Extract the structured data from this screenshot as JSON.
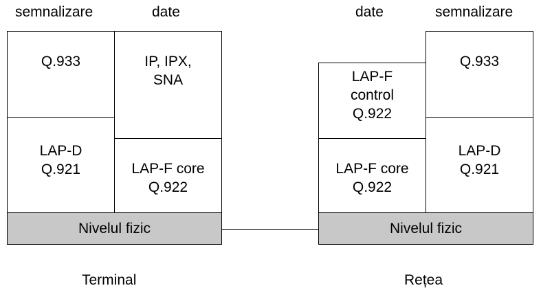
{
  "terminal": {
    "header_signaling": "semnalizare",
    "header_data": "date",
    "q933": "Q.933",
    "data_protocols": [
      "IP, IPX,",
      "SNA"
    ],
    "lapd": [
      "LAP-D",
      "Q.921"
    ],
    "lapf_core": [
      "LAP-F core",
      "Q.922"
    ],
    "physical": "Nivelul fizic",
    "caption": "Terminal"
  },
  "network": {
    "header_data": "date",
    "header_signaling": "semnalizare",
    "lapf_control": [
      "LAP-F",
      "control",
      "Q.922"
    ],
    "q933": "Q.933",
    "lapf_core": [
      "LAP-F core",
      "Q.922"
    ],
    "lapd": [
      "LAP-D",
      "Q.921"
    ],
    "physical": "Nivelul fizic",
    "caption": "Rețea"
  },
  "colors": {
    "physical_fill": "#c8c8c8",
    "border": "#000000",
    "background": "#ffffff"
  }
}
